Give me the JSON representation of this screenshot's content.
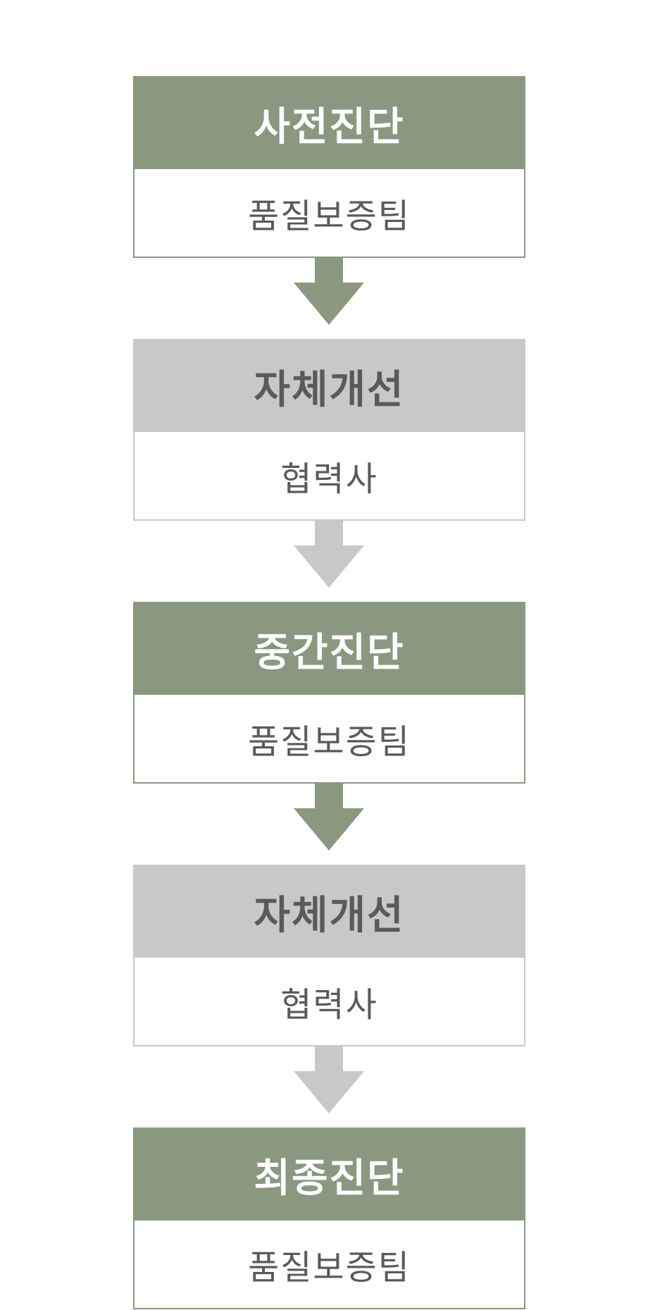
{
  "colors": {
    "green": "#8a9880",
    "gray": "#c7c8ca",
    "text_dark": "#595a5c",
    "text_light": "#ffffff"
  },
  "stages": [
    {
      "title": "사전진단",
      "owner": "품질보증팀",
      "theme": "green"
    },
    {
      "title": "자체개선",
      "owner": "협력사",
      "theme": "gray"
    },
    {
      "title": "중간진단",
      "owner": "품질보증팀",
      "theme": "green"
    },
    {
      "title": "자체개선",
      "owner": "협력사",
      "theme": "gray"
    },
    {
      "title": "최종진단",
      "owner": "품질보증팀",
      "theme": "green"
    }
  ]
}
